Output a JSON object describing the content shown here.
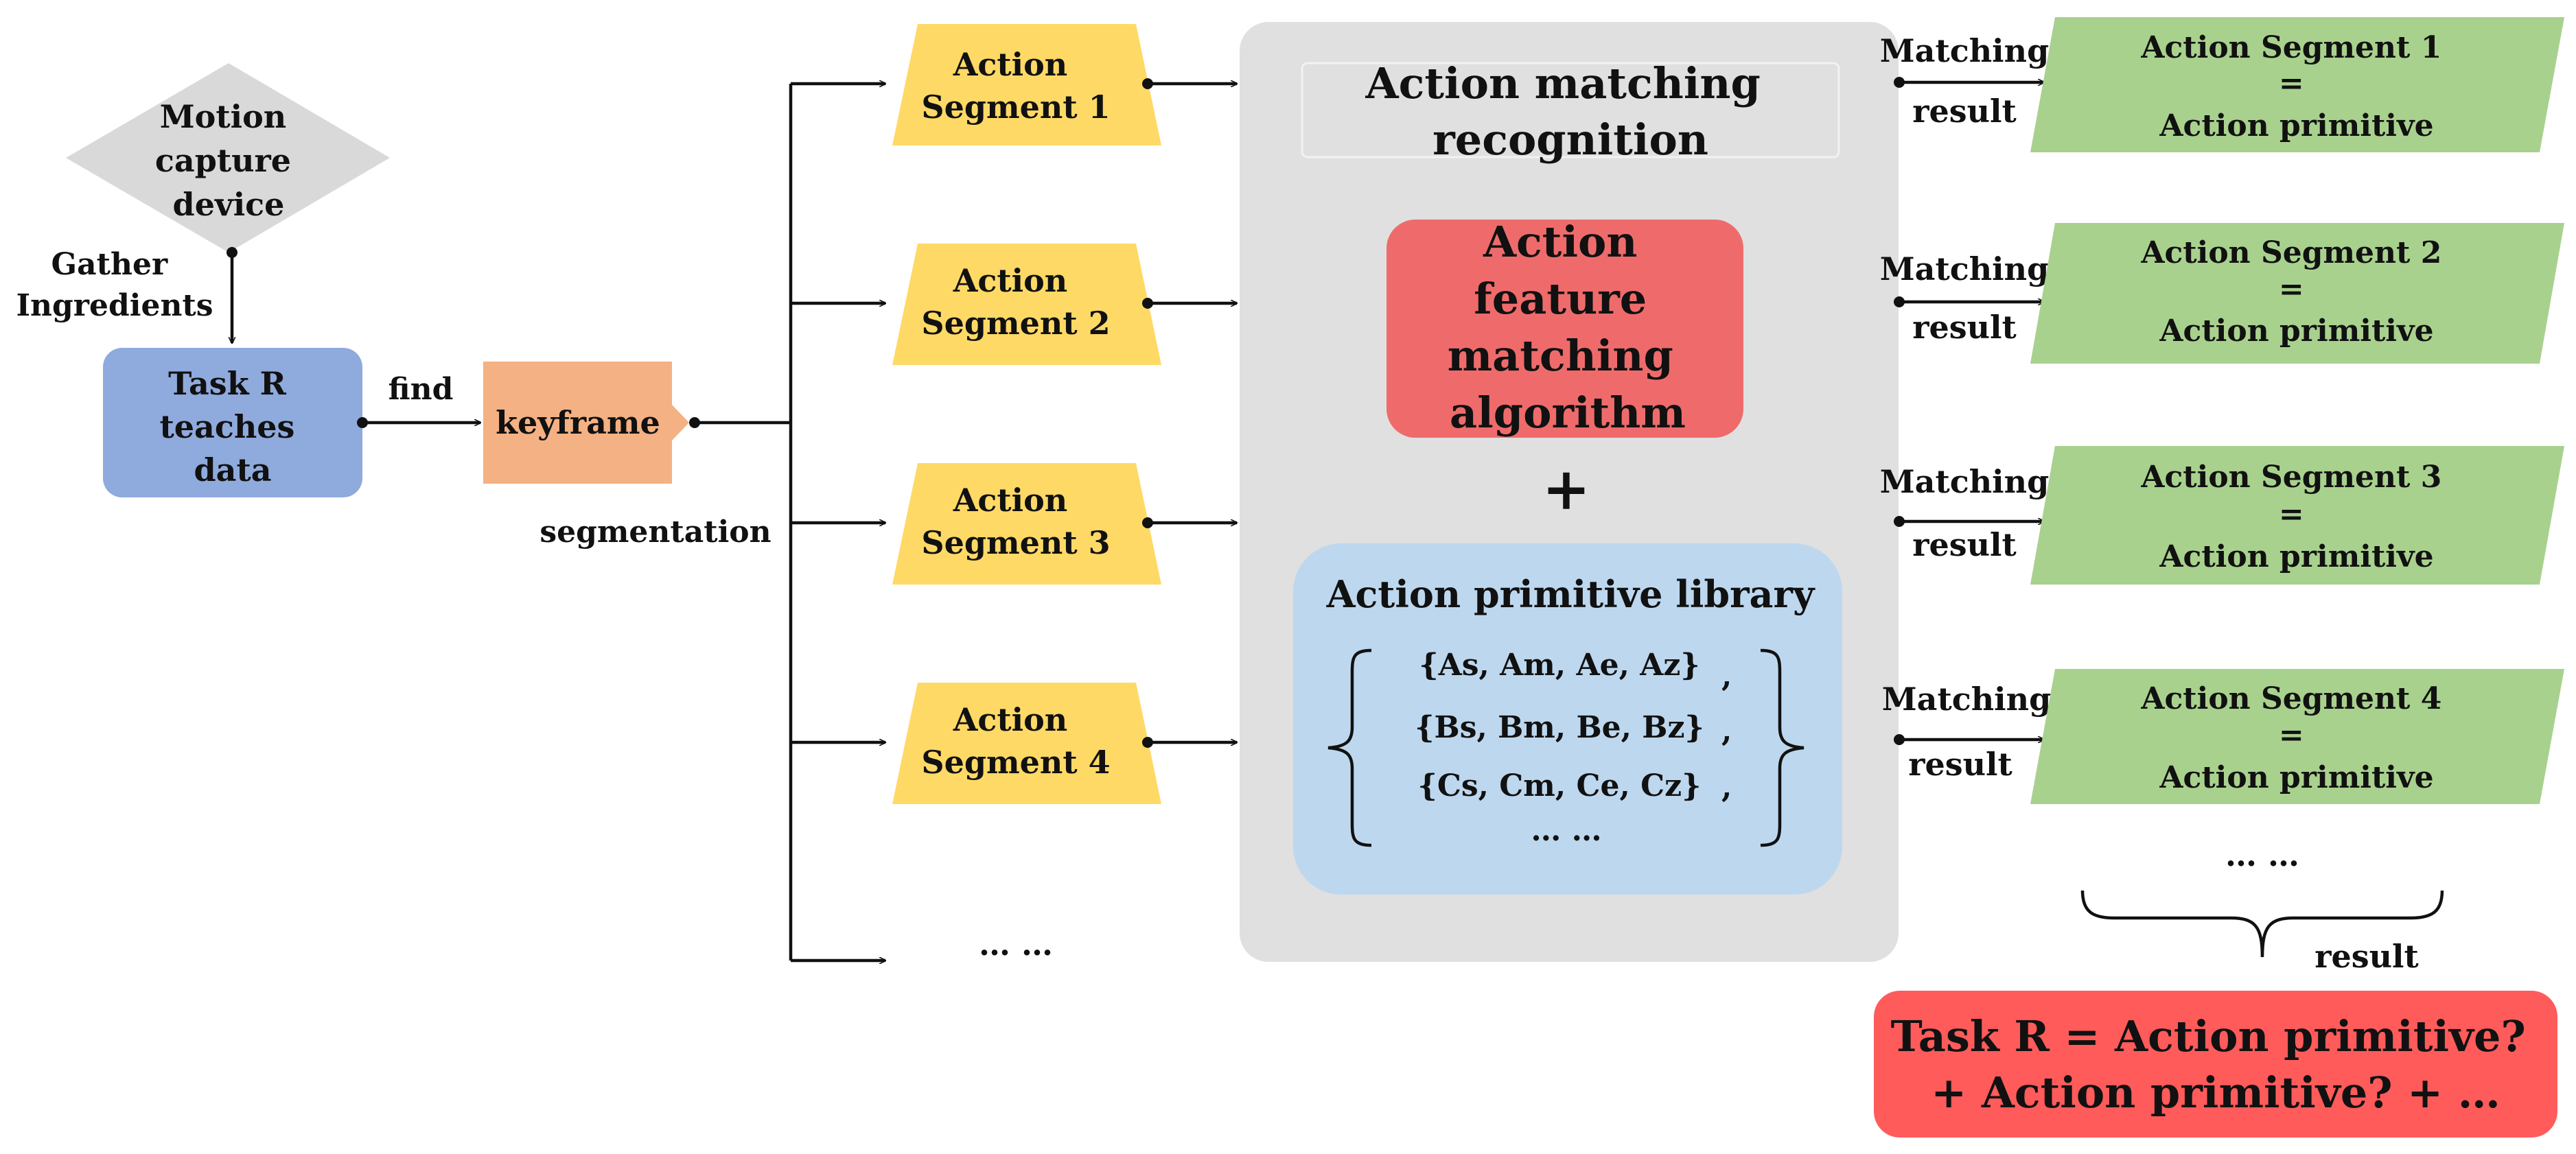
{
  "colors": {
    "diamond": "#d9d9d9",
    "task_box": "#8faadc",
    "keyframe": "#f4b183",
    "segment": "#ffd966",
    "panel": "#e0e0e0",
    "algorithm": "#ef6b6b",
    "library": "#bdd7ee",
    "result": "#a9d18e",
    "final": "#ff5b5b"
  },
  "motion_device": {
    "lines": [
      "Motion",
      "capture",
      "device"
    ]
  },
  "gather_label": {
    "lines": [
      "Gather",
      "Ingredients"
    ]
  },
  "task_box": {
    "lines": [
      "Task R",
      "teaches",
      "data"
    ]
  },
  "find_label": "find",
  "keyframe_label": "keyframe",
  "segmentation_label": "segmentation",
  "segments": [
    {
      "lines": [
        "Action",
        "Segment 1"
      ]
    },
    {
      "lines": [
        "Action",
        "Segment 2"
      ]
    },
    {
      "lines": [
        "Action",
        "Segment 3"
      ]
    },
    {
      "lines": [
        "Action",
        "Segment 4"
      ]
    }
  ],
  "segments_more": "… …",
  "panel": {
    "title_lines": [
      "Action matching",
      "recognition"
    ],
    "algorithm_lines": [
      "Action",
      "feature",
      "matching",
      "algorithm"
    ],
    "plus": "+",
    "library_title": "Action primitive library",
    "library_rows": [
      "{As, Am, Ae, Az}",
      "{Bs, Bm, Be, Bz}",
      "{Cs, Cm, Ce, Cz}"
    ],
    "library_commas": [
      ",",
      ",",
      ","
    ],
    "library_more": "… …"
  },
  "matching_labels": [
    {
      "top": "Matching",
      "bottom": "result"
    },
    {
      "top": "Matching",
      "bottom": "result"
    },
    {
      "top": "Matching",
      "bottom": "result"
    },
    {
      "top": "Matching",
      "bottom": "result"
    }
  ],
  "results": [
    {
      "lines": [
        "Action Segment 1",
        "=",
        "Action primitive"
      ]
    },
    {
      "lines": [
        "Action Segment 2",
        "=",
        "Action primitive"
      ]
    },
    {
      "lines": [
        "Action Segment 3",
        "=",
        "Action primitive"
      ]
    },
    {
      "lines": [
        "Action Segment 4",
        "=",
        "Action primitive"
      ]
    }
  ],
  "results_more": "… …",
  "brace_label": "result",
  "final": {
    "lines": [
      "Task R = Action primitive?",
      "+ Action primitive? + …"
    ]
  }
}
